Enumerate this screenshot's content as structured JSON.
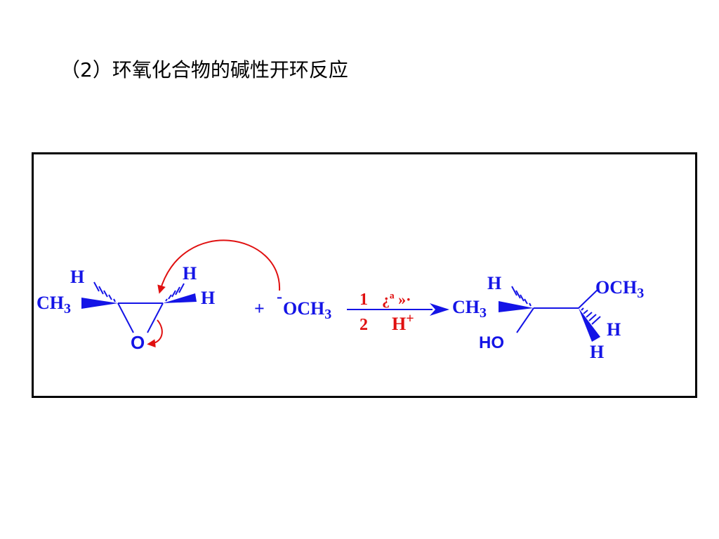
{
  "title": "（2）环氧化合物的碱性开环反应",
  "colors": {
    "bond": "#1414e6",
    "text": "#1414e6",
    "reagent": "#e01010",
    "arrow_curve": "#e01010",
    "border": "#000000"
  },
  "reactant": {
    "label_h_top_left": "H",
    "label_ch3": "CH",
    "label_ch3_sub": "3",
    "label_h_top_right": "H",
    "label_h_right": "H",
    "label_o": "O"
  },
  "nucleophile": {
    "plus": "+",
    "charge": "-",
    "label": "OCH",
    "label_sub": "3"
  },
  "conditions": {
    "step1_num": "1",
    "step1_text": "¿ª »·",
    "step2_num": "2",
    "step2_text": "H",
    "step2_sup": "+"
  },
  "product": {
    "label_h_top": "H",
    "label_och3": "OCH",
    "label_och3_sub": "3",
    "label_ch3": "CH",
    "label_ch3_sub": "3",
    "label_ho": "HO",
    "label_h_right": "H",
    "label_h_bottom": "H"
  }
}
